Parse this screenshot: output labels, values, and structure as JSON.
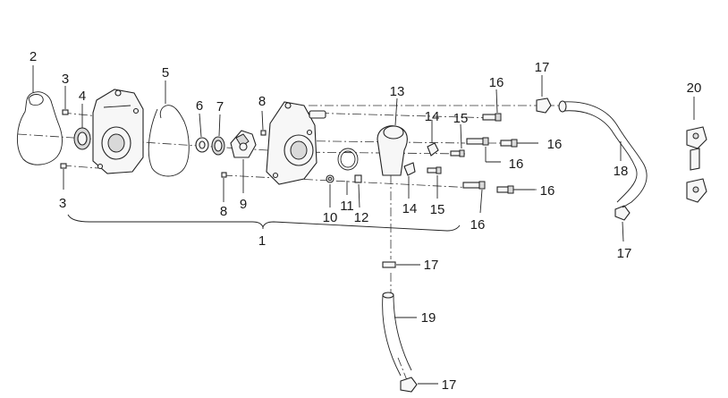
{
  "diagram": {
    "callouts": [
      {
        "id": "c-2",
        "text": "2"
      },
      {
        "id": "c-3-top",
        "text": "3"
      },
      {
        "id": "c-4",
        "text": "4"
      },
      {
        "id": "c-5",
        "text": "5"
      },
      {
        "id": "c-6",
        "text": "6"
      },
      {
        "id": "c-7",
        "text": "7"
      },
      {
        "id": "c-8-top",
        "text": "8"
      },
      {
        "id": "c-13",
        "text": "13"
      },
      {
        "id": "c-14-top",
        "text": "14"
      },
      {
        "id": "c-15-top",
        "text": "15"
      },
      {
        "id": "c-16-a",
        "text": "16"
      },
      {
        "id": "c-16-b",
        "text": "16"
      },
      {
        "id": "c-16-c",
        "text": "16"
      },
      {
        "id": "c-16-d",
        "text": "16"
      },
      {
        "id": "c-16-e",
        "text": "16"
      },
      {
        "id": "c-17-top",
        "text": "17"
      },
      {
        "id": "c-17-right",
        "text": "17"
      },
      {
        "id": "c-17-mid",
        "text": "17"
      },
      {
        "id": "c-17-bottom",
        "text": "17"
      },
      {
        "id": "c-3-bottom",
        "text": "3"
      },
      {
        "id": "c-8-bottom",
        "text": "8"
      },
      {
        "id": "c-9",
        "text": "9"
      },
      {
        "id": "c-10",
        "text": "10"
      },
      {
        "id": "c-11",
        "text": "11"
      },
      {
        "id": "c-12",
        "text": "12"
      },
      {
        "id": "c-14-bottom",
        "text": "14"
      },
      {
        "id": "c-15-bottom",
        "text": "15"
      },
      {
        "id": "c-18",
        "text": "18"
      },
      {
        "id": "c-19",
        "text": "19"
      },
      {
        "id": "c-20",
        "text": "20"
      },
      {
        "id": "c-1",
        "text": "1"
      }
    ]
  }
}
